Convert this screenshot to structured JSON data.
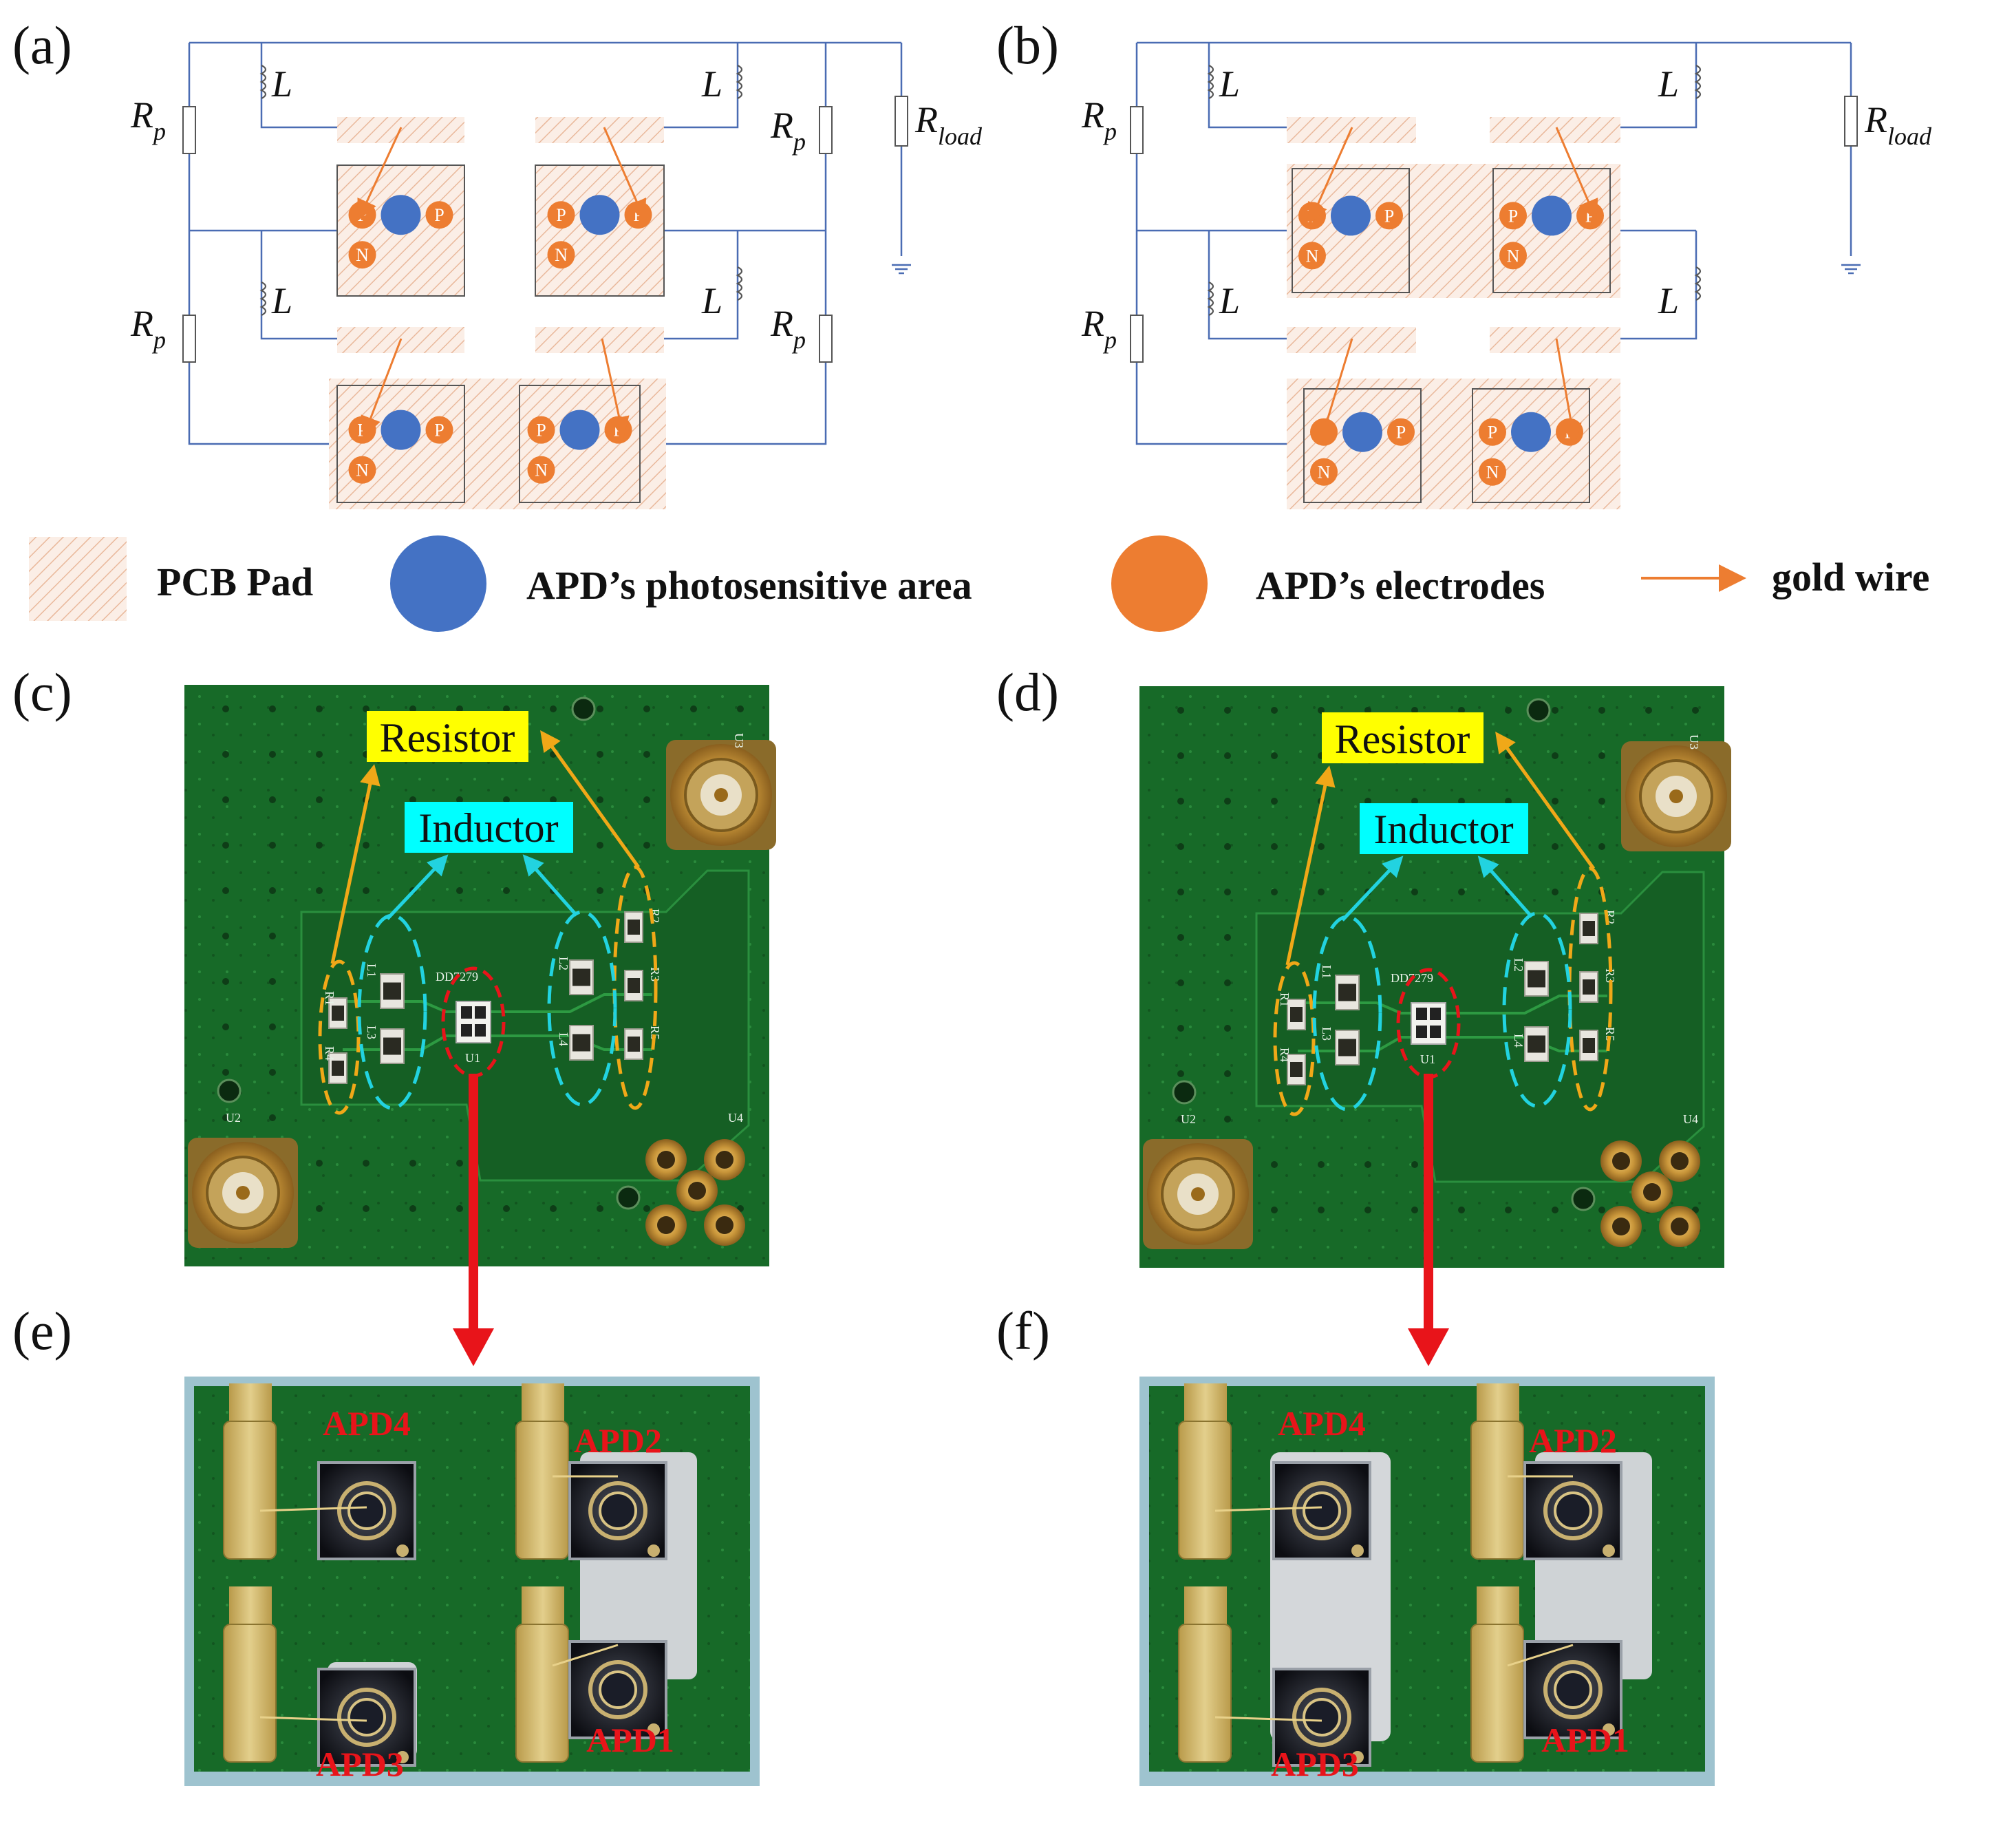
{
  "panels": {
    "a": "(a)",
    "b": "(b)",
    "c": "(c)",
    "d": "(d)",
    "e": "(e)",
    "f": "(f)"
  },
  "circuit": {
    "rp_main": "R",
    "rp_sub": "p",
    "inductor": "L",
    "rload_main": "R",
    "rload_sub": "load",
    "electrode_p": "P",
    "electrode_n": "N"
  },
  "legend": {
    "pcb_pad": "PCB Pad",
    "photosensitive": "APD’s photosensitive area",
    "electrodes": "APD’s electrodes",
    "gold_wire": "gold wire"
  },
  "photo_labels": {
    "resistor": "Resistor",
    "inductor": "Inductor",
    "silk_board": "DD7279",
    "silk_u1": "U1",
    "silk_u2": "U2",
    "silk_u3": "U3",
    "silk_u4": "U4",
    "silk_l1": "L1",
    "silk_l2": "L2",
    "silk_l3": "L3",
    "silk_l4": "L4",
    "silk_r1": "R1",
    "silk_r2": "R2",
    "silk_r3": "R3",
    "silk_r4": "R4",
    "silk_r5": "R5"
  },
  "apd_labels": {
    "apd1": "APD1",
    "apd2": "APD2",
    "apd3": "APD3",
    "apd4": "APD4"
  },
  "colors": {
    "wire_blue": "#4a6cb3",
    "pad_hatch": "#e9b89b",
    "pad_fill": "#fbeee6",
    "apd_blue": "#4472c4",
    "electrode_orange": "#ed7d31",
    "pcb_green": "#1d7a2e",
    "resistor_arrow": "#f0a818",
    "inductor_arrow": "#22d3e0",
    "red_callout": "#e8141a",
    "apd_label_red": "#e8141a",
    "highlight_yellow": "#ffff00",
    "highlight_cyan": "#00ffff"
  }
}
